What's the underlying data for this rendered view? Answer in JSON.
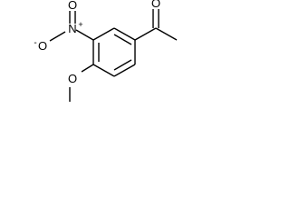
{
  "molecule": {
    "atoms": {
      "carbonyl_oxygen": "O",
      "nitro_nitrogen": "N",
      "nitro_nitrogen_charge": "+",
      "nitro_oxygen_top": "O",
      "nitro_oxygen_left": "O",
      "nitro_oxygen_left_charge": "-",
      "methoxy_oxygen": "O"
    },
    "colors": {
      "bond": "#000000",
      "text": "#000000",
      "background": "#ffffff"
    }
  }
}
